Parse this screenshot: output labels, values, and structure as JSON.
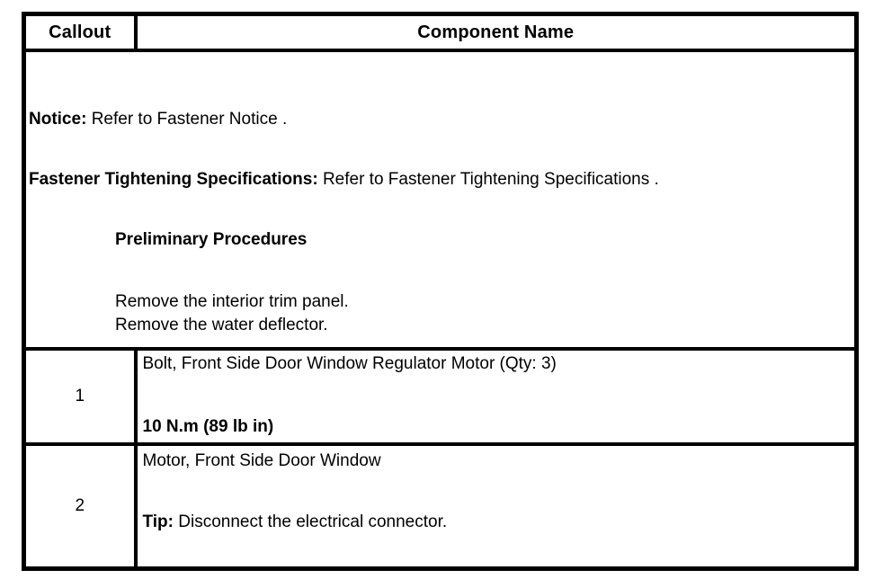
{
  "header": {
    "callout": "Callout",
    "component_name": "Component Name"
  },
  "notice_section": {
    "notice_label": "Notice:",
    "notice_text": "Refer to Fastener Notice .",
    "spec_label": "Fastener Tightening Specifications:",
    "spec_text": "Refer to Fastener Tightening Specifications .",
    "preliminary_title": "Preliminary Procedures",
    "procedures": [
      "Remove the interior trim panel.",
      "Remove the water deflector."
    ]
  },
  "rows": [
    {
      "callout": "1",
      "component": "Bolt, Front Side Door Window Regulator Motor (Qty: 3)",
      "torque_spec": "10 N.m (89 lb in)"
    },
    {
      "callout": "2",
      "component": "Motor, Front Side Door Window",
      "tip_label": "Tip:",
      "tip_text": "Disconnect the electrical connector."
    }
  ],
  "colors": {
    "border": "#000000",
    "text": "#000000",
    "background": "#ffffff"
  }
}
